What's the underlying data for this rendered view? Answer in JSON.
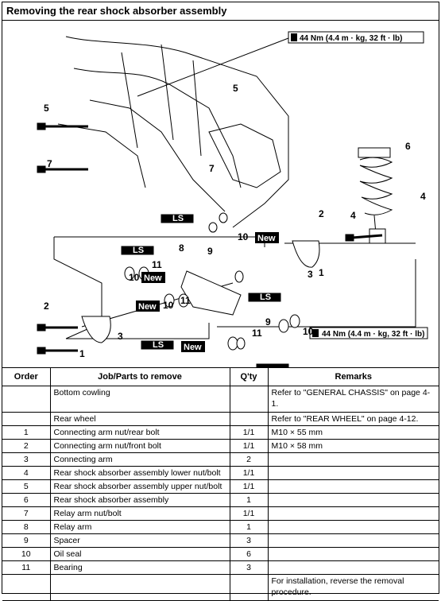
{
  "title": "Removing the rear shock absorber assembly",
  "diagram": {
    "torque_upper": "44 Nm (4.4 m · kg, 32 ft · lb)",
    "torque_lower": "44 Nm (4.4 m · kg, 32 ft · lb)",
    "callouts": [
      "5",
      "5",
      "7",
      "7",
      "6",
      "4",
      "4",
      "2",
      "2",
      "3",
      "3",
      "1",
      "1",
      "8",
      "9",
      "9",
      "10",
      "10",
      "10",
      "10",
      "11",
      "11",
      "11"
    ],
    "new_label": "New",
    "ls_label": "LS"
  },
  "table": {
    "headers": [
      "Order",
      "Job/Parts to remove",
      "Q'ty",
      "Remarks"
    ],
    "rows": [
      {
        "order": "",
        "job": "Bottom cowling",
        "qty": "",
        "remarks": "Refer to \"GENERAL CHASSIS\" on page 4-1."
      },
      {
        "order": "",
        "job": "Rear wheel",
        "qty": "",
        "remarks": "Refer to \"REAR WHEEL\" on page 4-12."
      },
      {
        "order": "1",
        "job": "Connecting arm nut/rear bolt",
        "qty": "1/1",
        "remarks": "M10 × 55 mm"
      },
      {
        "order": "2",
        "job": "Connecting arm nut/front bolt",
        "qty": "1/1",
        "remarks": "M10 × 58 mm"
      },
      {
        "order": "3",
        "job": "Connecting arm",
        "qty": "2",
        "remarks": ""
      },
      {
        "order": "4",
        "job": "Rear shock absorber assembly lower nut/bolt",
        "qty": "1/1",
        "remarks": ""
      },
      {
        "order": "5",
        "job": "Rear shock absorber assembly upper nut/bolt",
        "qty": "1/1",
        "remarks": ""
      },
      {
        "order": "6",
        "job": "Rear shock absorber assembly",
        "qty": "1",
        "remarks": ""
      },
      {
        "order": "7",
        "job": "Relay arm nut/bolt",
        "qty": "1/1",
        "remarks": ""
      },
      {
        "order": "8",
        "job": "Relay arm",
        "qty": "1",
        "remarks": ""
      },
      {
        "order": "9",
        "job": "Spacer",
        "qty": "3",
        "remarks": ""
      },
      {
        "order": "10",
        "job": "Oil seal",
        "qty": "6",
        "remarks": ""
      },
      {
        "order": "11",
        "job": "Bearing",
        "qty": "3",
        "remarks": ""
      },
      {
        "order": "",
        "job": "",
        "qty": "",
        "remarks": "For installation, reverse the removal procedure."
      }
    ]
  }
}
